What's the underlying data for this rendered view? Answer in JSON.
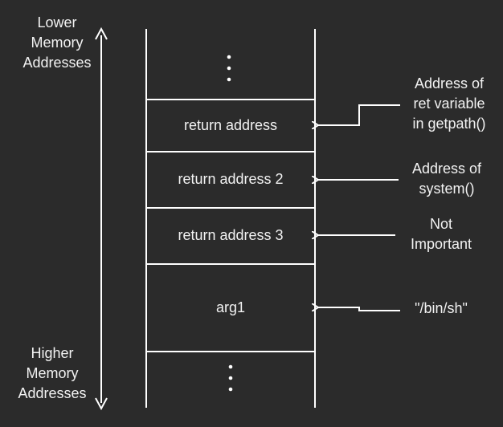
{
  "memory_axis": {
    "top_label": [
      "Lower",
      "Memory",
      "Addresses"
    ],
    "bottom_label": [
      "Higher",
      "Memory",
      "Addresses"
    ]
  },
  "stack": {
    "cells": [
      {
        "label": "return address"
      },
      {
        "label": "return address 2"
      },
      {
        "label": "return address 3"
      },
      {
        "label": "arg1"
      }
    ]
  },
  "annotations": [
    {
      "lines": [
        "Address of",
        "ret variable",
        "in getpath()"
      ]
    },
    {
      "lines": [
        "Address of",
        "system()"
      ]
    },
    {
      "lines": [
        "Not",
        "Important"
      ]
    },
    {
      "lines": [
        "\"/bin/sh\""
      ]
    }
  ],
  "colors": {
    "background": "#2b2b2b",
    "stroke": "#ffffff",
    "text": "#f2f2f2"
  }
}
